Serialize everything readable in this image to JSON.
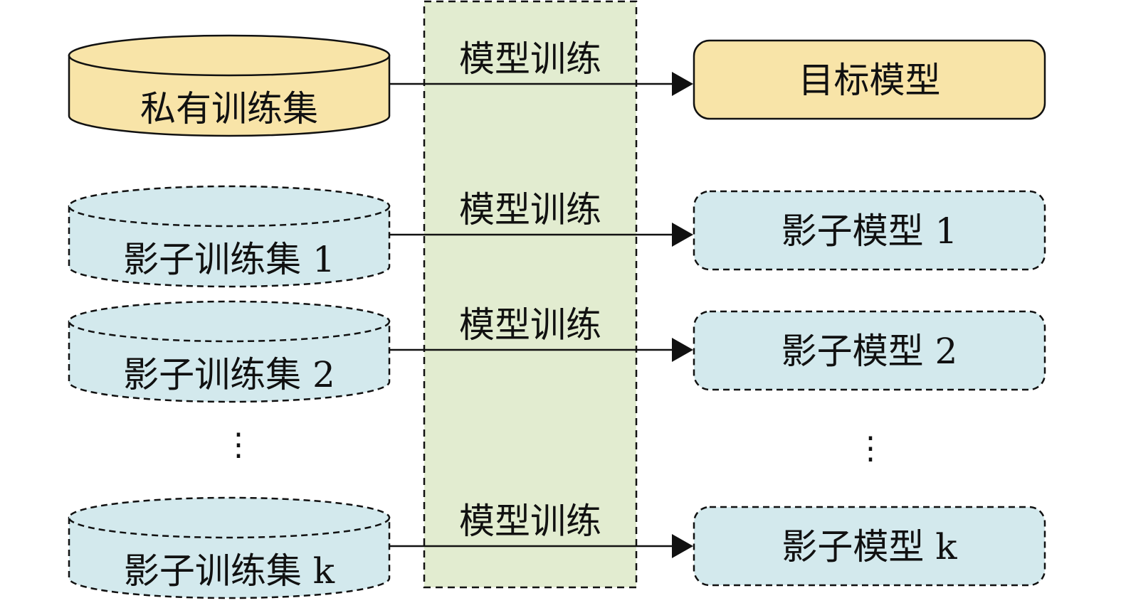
{
  "training_stage": {
    "label": "模型训练",
    "fill_color": "#e2ecd0"
  },
  "datasets": [
    {
      "label": "私有训练集",
      "style": "solid",
      "fill_color": "#f8e4a8"
    },
    {
      "label": "影子训练集 1",
      "style": "dashed",
      "fill_color": "#d3e9ed"
    },
    {
      "label": "影子训练集 2",
      "style": "dashed",
      "fill_color": "#d3e9ed"
    },
    {
      "label": "影子训练集 k",
      "style": "dashed",
      "fill_color": "#d3e9ed"
    }
  ],
  "models": [
    {
      "label": "目标模型",
      "style": "solid",
      "fill_color": "#f8e4a8"
    },
    {
      "label": "影子模型 1",
      "style": "dashed",
      "fill_color": "#d3e9ed"
    },
    {
      "label": "影子模型 2",
      "style": "dashed",
      "fill_color": "#d3e9ed"
    },
    {
      "label": "影子模型 k",
      "style": "dashed",
      "fill_color": "#d3e9ed"
    }
  ],
  "arrows": [
    {
      "label": "模型训练",
      "from": "私有训练集",
      "to": "目标模型"
    },
    {
      "label": "模型训练",
      "from": "影子训练集 1",
      "to": "影子模型 1"
    },
    {
      "label": "模型训练",
      "from": "影子训练集 2",
      "to": "影子模型 2"
    },
    {
      "label": "模型训练",
      "from": "影子训练集 k",
      "to": "影子模型 k"
    }
  ],
  "ellipsis": {
    "dataset_side": "⋮",
    "model_side": "⋮"
  }
}
